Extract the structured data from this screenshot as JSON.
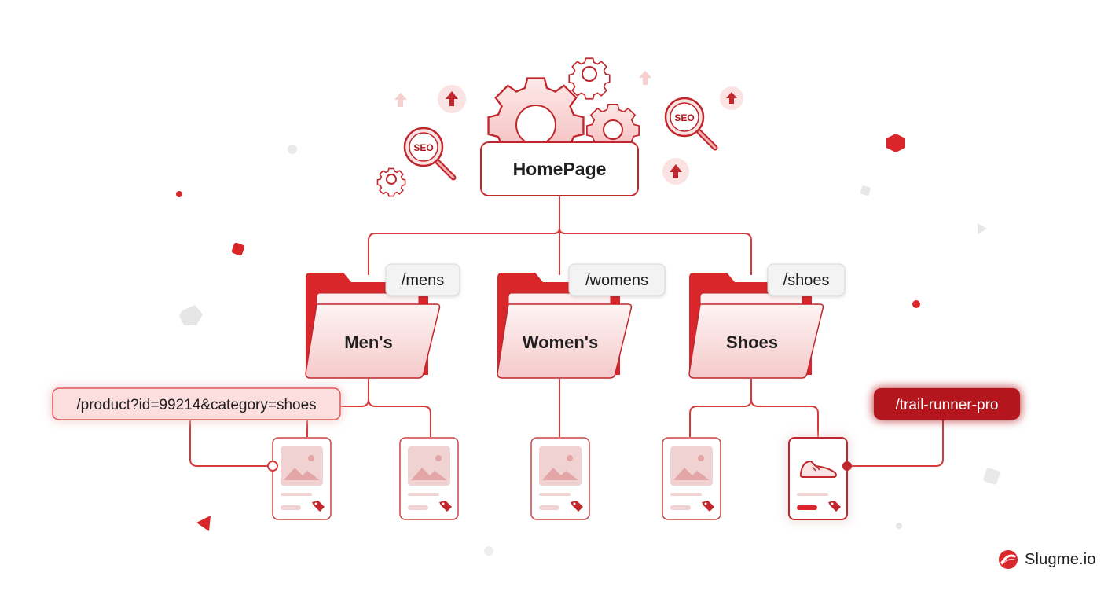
{
  "root": {
    "label": "HomePage"
  },
  "categories": [
    {
      "name": "Men's",
      "slug": "/mens"
    },
    {
      "name": "Women's",
      "slug": "/womens"
    },
    {
      "name": "Shoes",
      "slug": "/shoes"
    }
  ],
  "url_labels": {
    "bad": "/product?id=99214&category=shoes",
    "good": "/trail-runner-pro"
  },
  "icons": {
    "seo_badge": "SEO",
    "names": [
      "gear-icon",
      "seo-magnifier-icon",
      "up-arrow-icon",
      "folder-icon",
      "product-card-icon",
      "image-placeholder-icon",
      "price-tag-icon",
      "shoe-icon"
    ]
  },
  "brand": {
    "name": "Slugme.io"
  },
  "colors": {
    "accent": "#d9262b",
    "accent_dark": "#b3161c",
    "accent_light": "#fbe3e3",
    "line": "#d63a3a",
    "text": "#1f1f1f"
  }
}
